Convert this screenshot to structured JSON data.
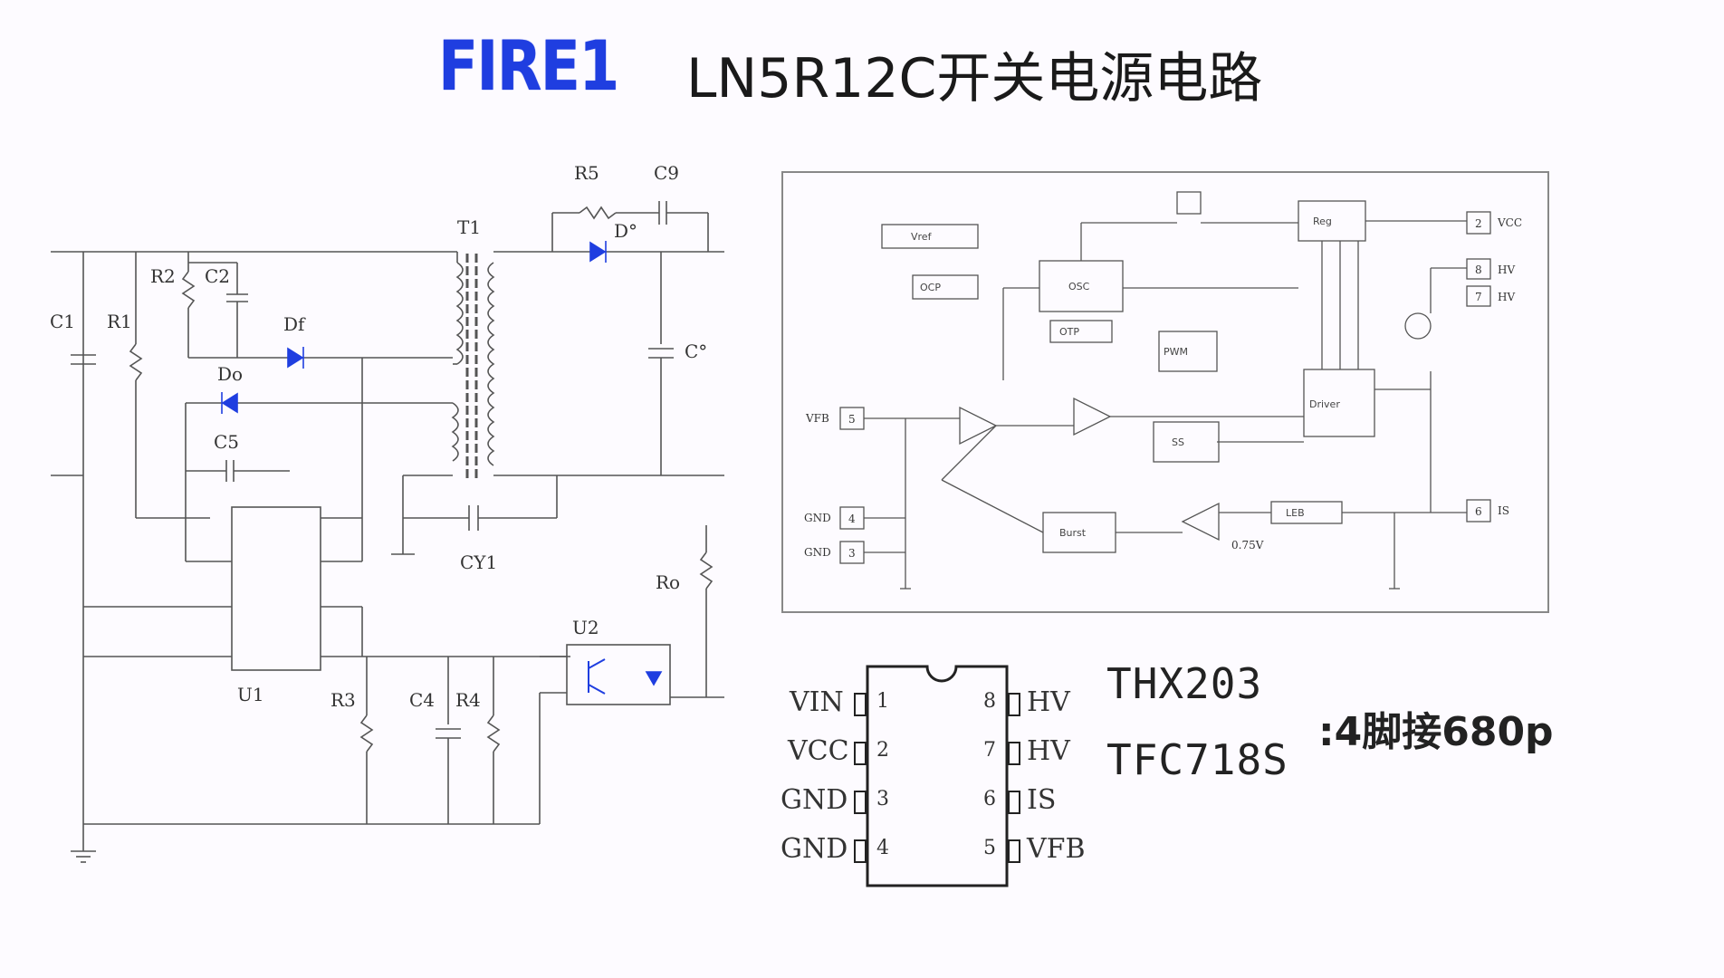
{
  "title": {
    "logo": "FIRE1",
    "text": "LN5R12C开关电源电路"
  },
  "schematic": {
    "labels": {
      "C1": "C1",
      "R1": "R1",
      "R2": "R2",
      "C2": "C2",
      "Df": "Df",
      "Do": "Do",
      "C5": "C5",
      "T1": "T1",
      "R5": "R5",
      "C9": "C9",
      "D": "D°",
      "C": "C°",
      "CY1": "CY1",
      "U1": "U1",
      "U2": "U2",
      "R3": "R3",
      "C4": "C4",
      "R4": "R4",
      "Ro": "Ro"
    }
  },
  "block_diagram": {
    "pins": [
      "VFB",
      "GND",
      "GND",
      "VCC",
      "HV",
      "HV",
      "IS"
    ],
    "pin_numbers": [
      "5",
      "4",
      "3",
      "2",
      "8",
      "7",
      "6"
    ],
    "sense_voltage": "0.75V"
  },
  "package": {
    "left_pins": [
      {
        "name": "VIN",
        "num": "1"
      },
      {
        "name": "VCC",
        "num": "2"
      },
      {
        "name": "GND",
        "num": "3"
      },
      {
        "name": "GND",
        "num": "4"
      }
    ],
    "right_pins": [
      {
        "name": "HV",
        "num": "8"
      },
      {
        "name": "HV",
        "num": "7"
      },
      {
        "name": "IS",
        "num": "6"
      },
      {
        "name": "VFB",
        "num": "5"
      }
    ]
  },
  "part_numbers": [
    "THX203",
    "TFC718S"
  ],
  "note": ":4脚接680p"
}
